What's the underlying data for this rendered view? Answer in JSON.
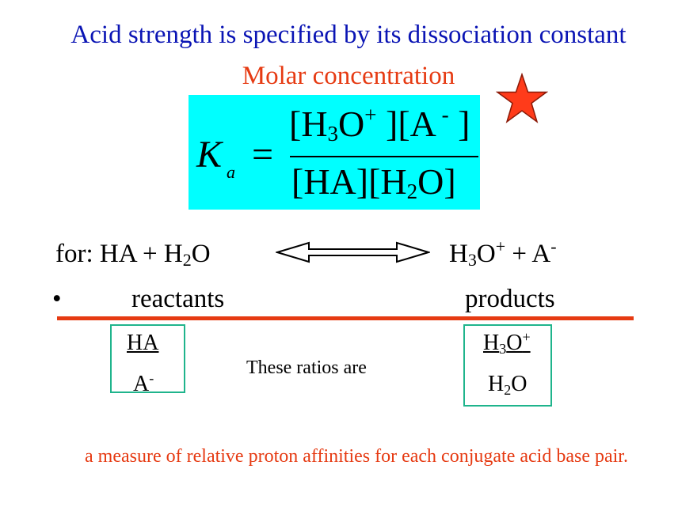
{
  "slide": {
    "title": "Acid strength is specified by its dissociation constant",
    "subtitle": "Molar concentration",
    "formula": {
      "lhs_symbol": "K",
      "lhs_subscript": "a",
      "equals": "=",
      "numerator": {
        "p1": "[H",
        "s1": "3",
        "p2": "O",
        "sup1": "+",
        "p3": " ][A",
        "sup2": " -",
        "p4": " ]"
      },
      "denominator": {
        "p1": "[HA][H",
        "s1": "2",
        "p2": "O]"
      }
    },
    "reaction": {
      "prefix": "for:   HA + H",
      "sub1": "2",
      "after1": "O",
      "product_h": "H",
      "product_sub": "3",
      "product_o": "O",
      "product_sup": "+",
      "product_rest": "  + A",
      "product_sup2": "-"
    },
    "bullet": "•",
    "reactants_label": "reactants",
    "products_label": "products",
    "left_box": {
      "top": "HA",
      "bottom": "A",
      "bottom_sup": "-"
    },
    "right_box": {
      "top_h": "H",
      "top_sub": "3",
      "top_o": "O",
      "top_sup": "+",
      "bottom_h": "H",
      "bottom_sub": "2",
      "bottom_o": "O"
    },
    "middle_text": "These ratios are",
    "footer": "a measure of relative proton affinities for each conjugate acid base pair.",
    "colors": {
      "title": "#0a14b4",
      "accent": "#e63a12",
      "formula_bg": "#00ffff",
      "box_border": "#1fb48c",
      "star": "#ff3b1a"
    },
    "icons": {
      "star": "star-icon",
      "arrow": "double-arrow-icon"
    }
  }
}
